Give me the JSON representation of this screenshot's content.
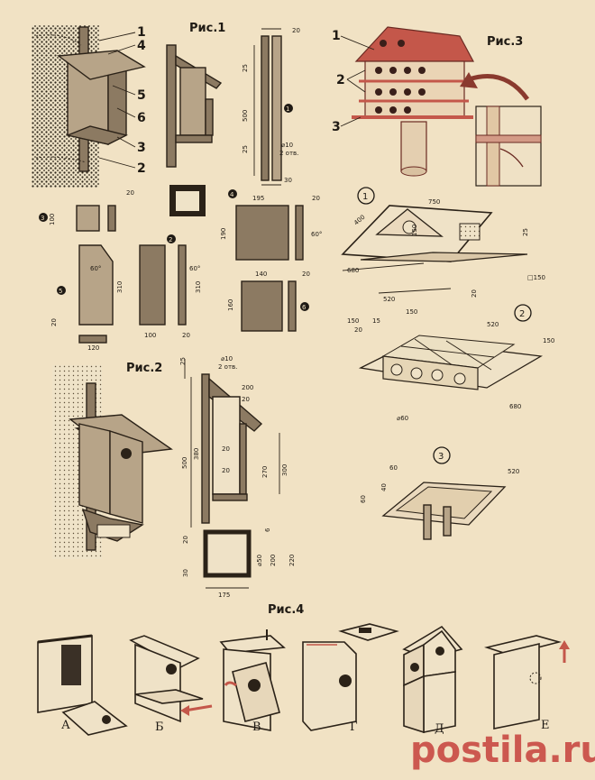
{
  "figures": {
    "fig1": "Рис.1",
    "fig2": "Рис.2",
    "fig3": "Рис.3",
    "fig4": "Рис.4"
  },
  "callouts_fig1": [
    "1",
    "4",
    "5",
    "6",
    "3",
    "2"
  ],
  "callouts_fig3": [
    "1",
    "2",
    "3"
  ],
  "circle_markers": [
    "1",
    "2",
    "3",
    "4",
    "5",
    "6"
  ],
  "big_circle_markers": [
    "1",
    "2",
    "3"
  ],
  "fig1_dims": {
    "top": "20",
    "d25a": "25",
    "d500": "500",
    "d25b": "25",
    "d10": "⌀10",
    "d2": "2 отв.",
    "d30": "30",
    "d20a": "20",
    "d100": "100",
    "d195": "195",
    "d20b": "20",
    "d190": "190",
    "a60a": "60°",
    "a60b": "60°",
    "a60c": "60°",
    "d140": "140",
    "d20c": "20",
    "d160": "160",
    "d310a": "310",
    "d310b": "310",
    "d20d": "20",
    "d120": "120",
    "d100b": "100",
    "d20e": "20"
  },
  "fig2_dims": {
    "d25": "25",
    "d500": "500",
    "d380": "380",
    "d10": "⌀10",
    "d2": "2 отв.",
    "d200": "200",
    "d20a": "20",
    "d20b": "20",
    "d20c": "20",
    "d270": "270",
    "d300": "300",
    "d20d": "20",
    "d30": "30",
    "d175": "175",
    "d200b": "200",
    "d220": "220",
    "d6": "6",
    "d50": "⌀50"
  },
  "fig3_dims": {
    "d750": "750",
    "d400": "400",
    "d150": "150",
    "d25": "25",
    "d680a": "680",
    "d520a": "520",
    "d20a": "20",
    "d150b": "□150",
    "d150c": "150",
    "d15": "15",
    "d150d": "150",
    "d20b": "20",
    "d520b": "520",
    "d150e": "150",
    "d60": "⌀60",
    "d680b": "680",
    "d60b": "60",
    "d40": "40",
    "d520c": "520",
    "d60c": "60"
  },
  "fig4_labels": [
    "А",
    "Б",
    "В",
    "Г",
    "Д",
    "Е"
  ],
  "watermark": "postila.ru"
}
